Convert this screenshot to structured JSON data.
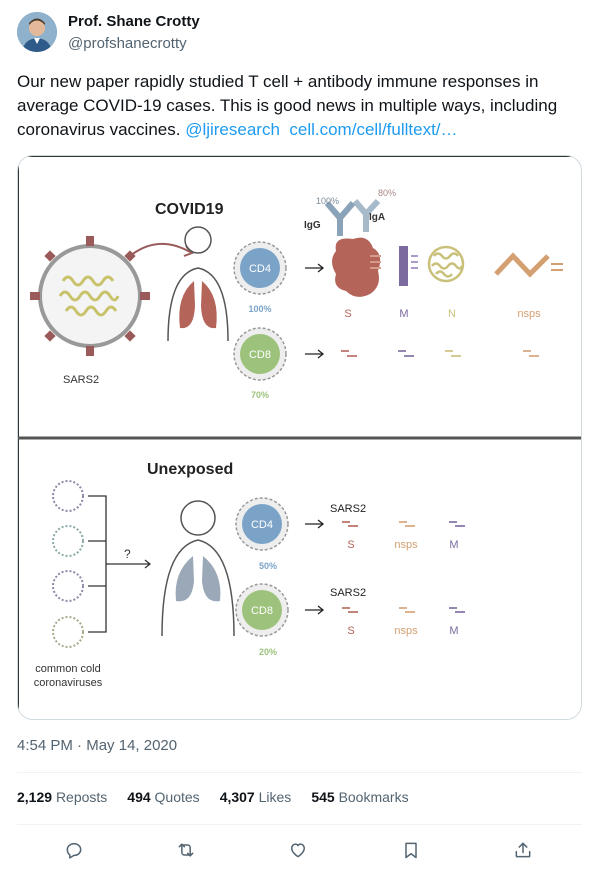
{
  "author": {
    "name": "Prof. Shane Crotty",
    "handle": "@profshanecrotty"
  },
  "tweet": {
    "text_before": "Our new paper rapidly studied T cell + antibody immune responses in average COVID-19 cases. This is good news in multiple ways, including coronavirus vaccines. ",
    "mention": "@ljiresearch",
    "url": "cell.com/cell/fulltext/…"
  },
  "figure": {
    "top": {
      "title": "COVID19",
      "virus_label": "SARS2",
      "pct_100": "100%",
      "pct_80": "80%",
      "igg": "IgG",
      "iga": "IgA",
      "cd4": "CD4",
      "cd4_pct": "100%",
      "cd8": "CD8",
      "cd8_pct": "70%",
      "proteins": [
        "S",
        "M",
        "N",
        "nsps"
      ]
    },
    "bottom": {
      "title": "Unexposed",
      "question": "?",
      "source_label_1": "common cold",
      "source_label_2": "coronaviruses",
      "cd4": "CD4",
      "cd4_pct": "50%",
      "cd8": "CD8",
      "cd8_pct": "20%",
      "target_title": "SARS2",
      "proteins": [
        "S",
        "nsps",
        "M"
      ]
    },
    "colors": {
      "s_protein": "#b5645a",
      "m_protein": "#7a6a9e",
      "n_protein": "#c9c07a",
      "nsps": "#d4a072",
      "cd4_cell": "#7ba3c8",
      "cd8_cell": "#9cc27c"
    }
  },
  "timestamp": {
    "time": "4:54 PM",
    "separator": " · ",
    "date": "May 14, 2020"
  },
  "stats": {
    "reposts_count": "2,129",
    "reposts_label": "Reposts",
    "quotes_count": "494",
    "quotes_label": "Quotes",
    "likes_count": "4,307",
    "likes_label": "Likes",
    "bookmarks_count": "545",
    "bookmarks_label": "Bookmarks"
  },
  "actions": [
    "reply-icon",
    "repost-icon",
    "like-icon",
    "bookmark-icon",
    "share-icon"
  ]
}
